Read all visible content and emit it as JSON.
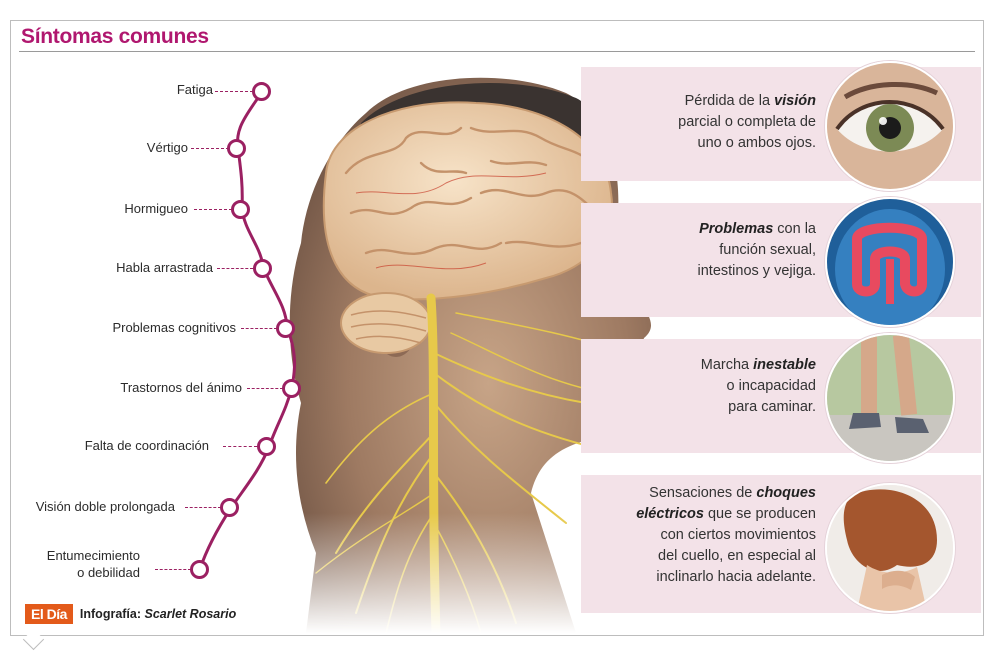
{
  "header": {
    "title": "Síntomas comunes"
  },
  "symptoms": [
    {
      "label": "Fatiga"
    },
    {
      "label": "Vértigo"
    },
    {
      "label": "Hormigueo"
    },
    {
      "label": "Habla arrastrada"
    },
    {
      "label": "Problemas cognitivos"
    },
    {
      "label": "Trastornos del ánimo"
    },
    {
      "label": "Falta de coordinación"
    },
    {
      "label": "Visión doble prolongada"
    },
    {
      "label": "Entumecimiento",
      "label2": "o debilidad"
    }
  ],
  "panels": [
    {
      "line1_pre": "Pérdida de la ",
      "line1_bold": "visión",
      "line2": "parcial o completa de",
      "line3": "uno o ambos ojos."
    },
    {
      "line1_bold": "Problemas",
      "line1_post": " con la",
      "line2": "función sexual,",
      "line3": "intestinos y vejiga."
    },
    {
      "line1_pre": "Marcha ",
      "line1_bold": "inestable",
      "line2": "o incapacidad",
      "line3": "para caminar."
    },
    {
      "line1_pre": "Sensaciones de ",
      "line1_bold": "choques",
      "line2_bold": "eléctricos",
      "line2_post": " que se producen",
      "line3": "con ciertos movimientos",
      "line4": "del cuello, en especial al",
      "line5": "inclinarlo hacia adelante."
    }
  ],
  "footer": {
    "logo": "El Día",
    "credit_label": "Infografía: ",
    "credit_name": "Scarlet Rosario"
  },
  "colors": {
    "accent": "#b0176f",
    "line": "#9b2062",
    "panel": "#f3e2e8",
    "logo": "#e35a1a"
  }
}
